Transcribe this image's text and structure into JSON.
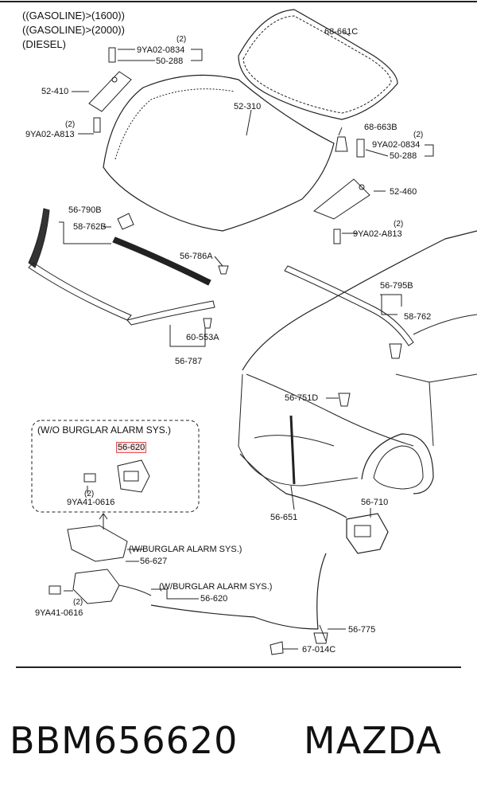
{
  "header_lines": [
    "((GASOLINE)>(1600))",
    "((GASOLINE)>(2000))",
    "(DIESEL)"
  ],
  "parts": {
    "p_68661C": "68-661C",
    "p_9YA020834_a": "9YA02-0834",
    "p_50288_a": "50-288",
    "p_52410": "52-410",
    "p_52310": "52-310",
    "p_9YA02A813_a": "9YA02-A813",
    "p_68663B": "68-663B",
    "p_9YA020834_b": "9YA02-0834",
    "p_50288_b": "50-288",
    "p_52460": "52-460",
    "p_9YA02A813_b": "9YA02-A813",
    "p_56790B": "56-790B",
    "p_58762B": "58-762B",
    "p_56786A": "56-786A",
    "p_56795B": "56-795B",
    "p_58762": "58-762",
    "p_60553A": "60-553A",
    "p_56787": "56-787",
    "p_56751D": "56-751D",
    "p_56620_box": "56-620",
    "p_9YA410616_a": "9YA41-0616",
    "p_56710": "56-710",
    "p_56651": "56-651",
    "p_56627": "56-627",
    "p_56620": "56-620",
    "p_9YA410616_b": "9YA41-0616",
    "p_56775": "56-775",
    "p_67014C": "67-014C"
  },
  "notes": {
    "wo_burglar": "(W/O BURGLAR ALARM SYS.)",
    "w_burglar_1": "(W/BURGLAR ALARM SYS.)",
    "w_burglar_2": "(W/BURGLAR ALARM SYS.)"
  },
  "qty": "(2)",
  "footer": {
    "part_number": "BBM656620",
    "brand": "MAZDA"
  }
}
